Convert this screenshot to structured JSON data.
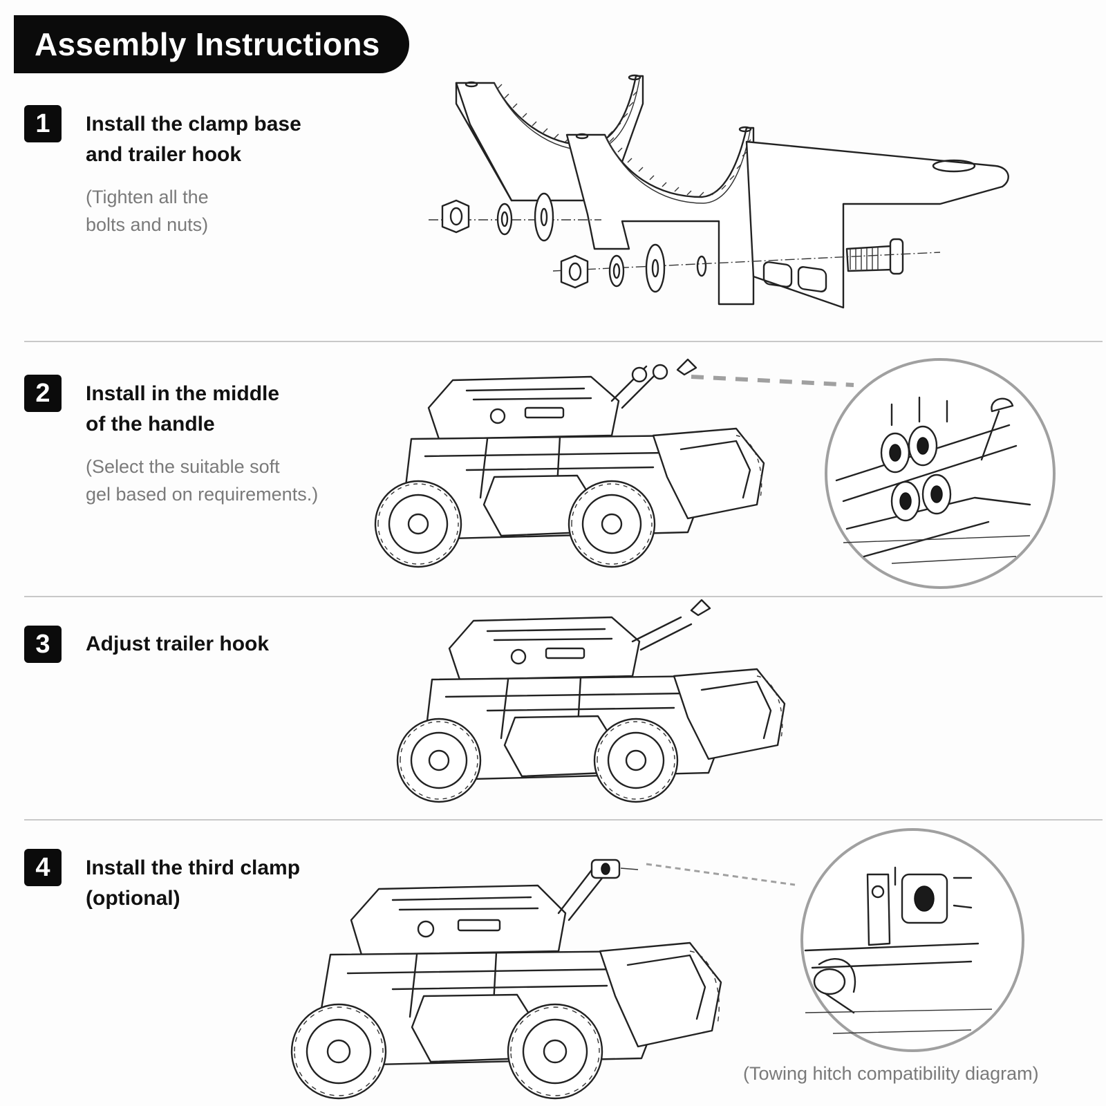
{
  "header": {
    "title": "Assembly Instructions"
  },
  "steps": [
    {
      "number": "1",
      "title": "Install the clamp base\nand trailer hook",
      "note": "(Tighten all the\nbolts and nuts)"
    },
    {
      "number": "2",
      "title": "Install in the middle\nof the handle",
      "note": "(Select the suitable soft\ngel based on requirements.)"
    },
    {
      "number": "3",
      "title": "Adjust trailer hook",
      "note": ""
    },
    {
      "number": "4",
      "title": "Install the third clamp\n(optional)",
      "note": ""
    }
  ],
  "caption": "(Towing hitch compatibility diagram)"
}
